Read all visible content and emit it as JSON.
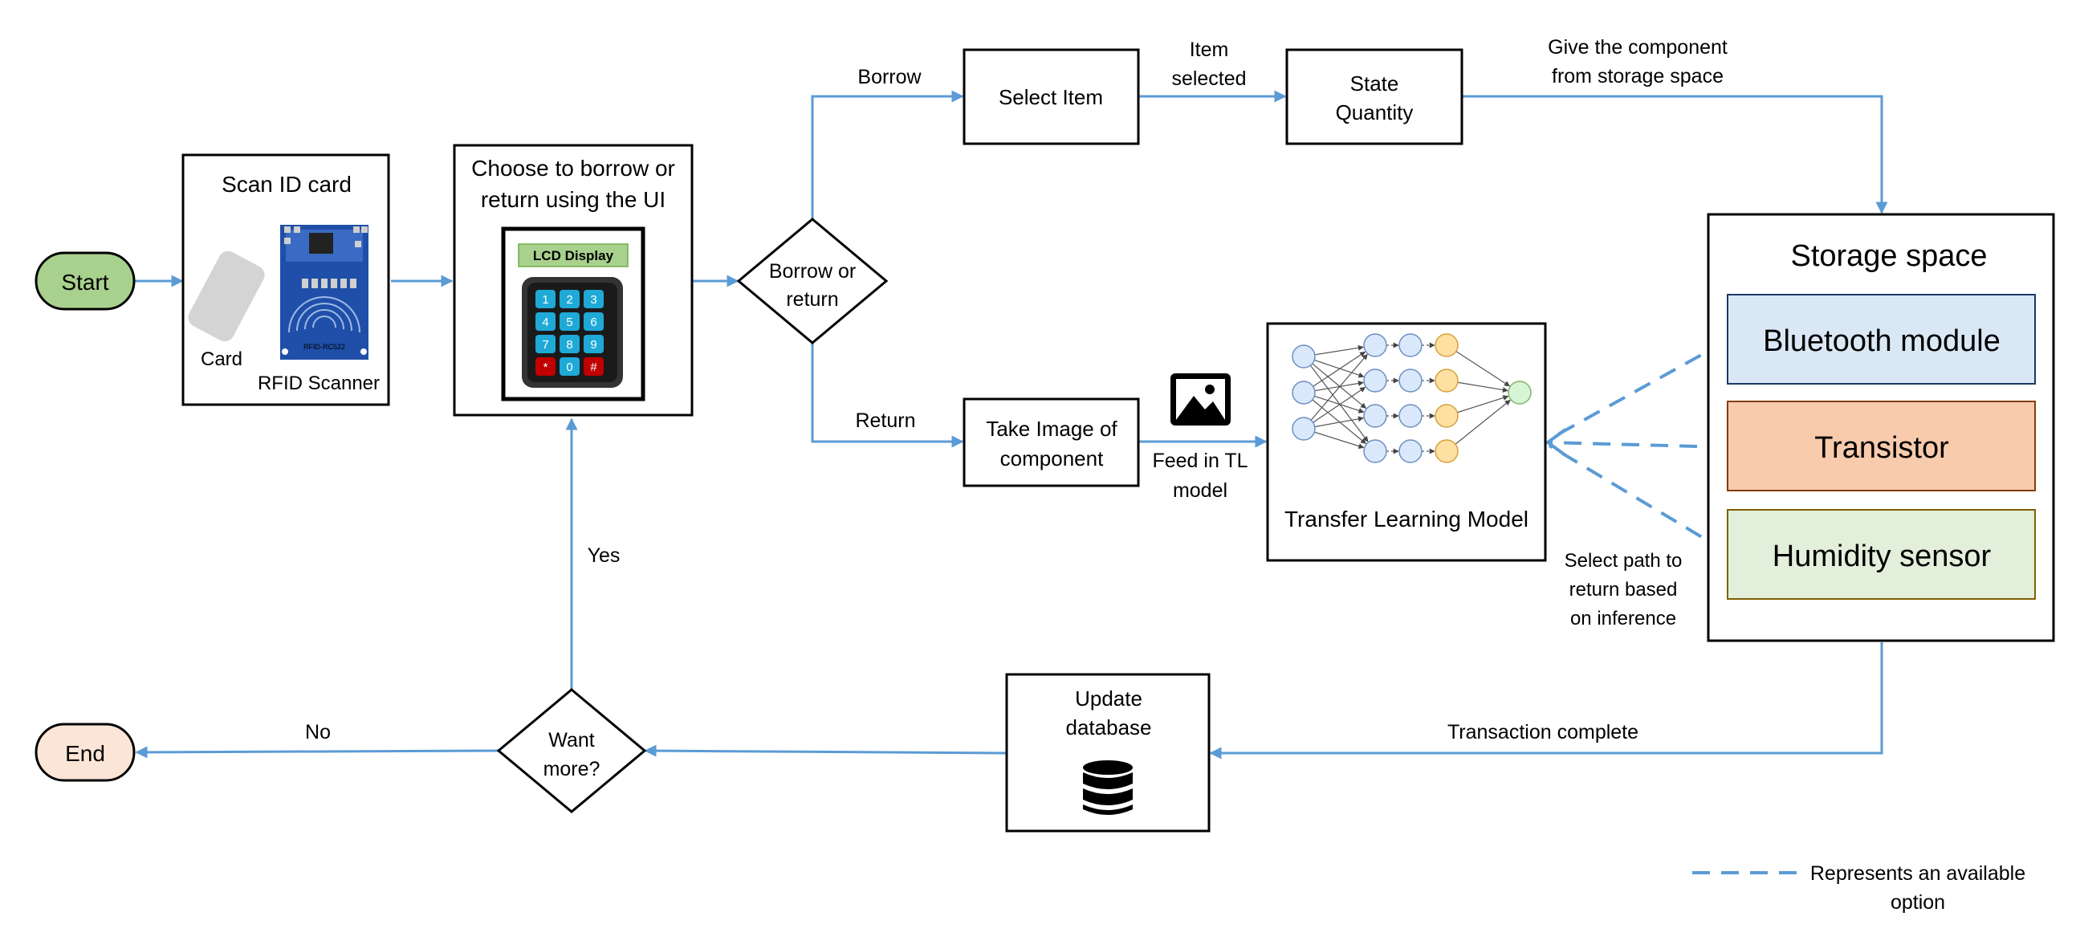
{
  "terminals": {
    "start": "Start",
    "end": "End"
  },
  "scan": {
    "title": "Scan ID card",
    "card_label": "Card",
    "scanner_label": "RFID Scanner",
    "scanner_chip_text": "RFID-RC522"
  },
  "choose": {
    "title_line1": "Choose to borrow or",
    "title_line2": "return using the UI",
    "lcd_label": "LCD Display",
    "keys": [
      "1",
      "2",
      "3",
      "4",
      "5",
      "6",
      "7",
      "8",
      "9",
      "*",
      "0",
      "#"
    ]
  },
  "decision_borrow": {
    "line1": "Borrow or",
    "line2": "return"
  },
  "decision_more": {
    "line1": "Want",
    "line2": "more?"
  },
  "edges": {
    "borrow": "Borrow",
    "return": "Return",
    "item_selected_line1": "Item",
    "item_selected_line2": "selected",
    "give_line1": "Give the component",
    "give_line2": "from storage space",
    "feed_line1": "Feed in TL",
    "feed_line2": "model",
    "select_path_line1": "Select path to",
    "select_path_line2": "return based",
    "select_path_line3": "on inference",
    "transaction_complete": "Transaction complete",
    "yes": "Yes",
    "no": "No"
  },
  "boxes": {
    "select_item": "Select Item",
    "state_quantity_line1": "State",
    "state_quantity_line2": "Quantity",
    "take_image_line1": "Take Image of",
    "take_image_line2": "component",
    "tl_model": "Transfer Learning Model",
    "update_db_line1": "Update",
    "update_db_line2": "database"
  },
  "storage": {
    "title": "Storage space",
    "items": [
      {
        "label": "Bluetooth module",
        "fill": "#dae8f6",
        "stroke": "#1f3864"
      },
      {
        "label": "Transistor",
        "fill": "#f8cbad",
        "stroke": "#843c0c"
      },
      {
        "label": "Humidity sensor",
        "fill": "#e2efda",
        "stroke": "#7f6000"
      }
    ]
  },
  "legend": {
    "line1": "Represents an available",
    "line2": "option"
  },
  "colors": {
    "flow_line": "#5b9bd5",
    "start_fill": "#a9d18e",
    "end_fill": "#fbe5d6",
    "lcd_green": "#a9d18e",
    "key_blue": "#1fa9d6",
    "key_red": "#c00000",
    "pcb_blue": "#1f4fa8",
    "nn_blue": "#dae8fc",
    "nn_orange": "#ffe0a3",
    "nn_green": "#d5f5d5"
  }
}
